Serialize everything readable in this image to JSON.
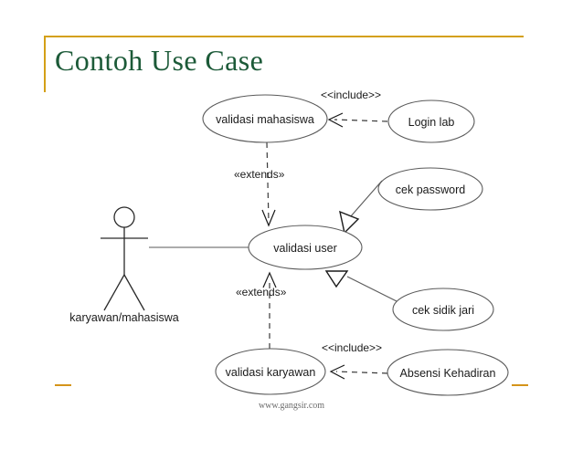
{
  "slide": {
    "title": "Contoh Use Case",
    "footer_url": "www.gangsir.com",
    "accent_color": "#d4a017",
    "title_color": "#1c5a38"
  },
  "diagram": {
    "type": "uml-use-case",
    "actor": {
      "label": "karyawan/mahasiswa"
    },
    "use_cases": [
      {
        "id": "validasi-mahasiswa",
        "label": "validasi mahasiswa"
      },
      {
        "id": "login-lab",
        "label": "Login lab"
      },
      {
        "id": "cek-password",
        "label": "cek password"
      },
      {
        "id": "validasi-user",
        "label": "validasi user"
      },
      {
        "id": "cek-sidik-jari",
        "label": "cek sidik jari"
      },
      {
        "id": "validasi-karyawan",
        "label": "validasi karyawan"
      },
      {
        "id": "absensi-kehadiran",
        "label": "Absensi Kehadiran"
      }
    ],
    "relationships": [
      {
        "id": "rel-include-top",
        "label": "<<include>>",
        "from": "login-lab",
        "to": "validasi-mahasiswa",
        "style": "dashed-open-arrow"
      },
      {
        "id": "rel-extends-top",
        "label": "«extends»",
        "from": "validasi-mahasiswa",
        "to": "validasi-user",
        "style": "dashed-open-arrow"
      },
      {
        "id": "rel-generalize-password",
        "label": "",
        "from": "cek-password",
        "to": "validasi-user",
        "style": "solid-hollow-triangle"
      },
      {
        "id": "rel-generalize-sidik-jari",
        "label": "",
        "from": "cek-sidik-jari",
        "to": "validasi-user",
        "style": "solid-hollow-triangle"
      },
      {
        "id": "rel-extends-bottom",
        "label": "«extends»",
        "from": "validasi-karyawan",
        "to": "validasi-user",
        "style": "dashed-open-arrow"
      },
      {
        "id": "rel-include-bottom",
        "label": "<<include>>",
        "from": "absensi-kehadiran",
        "to": "validasi-karyawan",
        "style": "dashed-open-arrow"
      },
      {
        "id": "rel-actor-assoc",
        "label": "",
        "from": "karyawan/mahasiswa",
        "to": "validasi-user",
        "style": "solid-line"
      }
    ]
  }
}
